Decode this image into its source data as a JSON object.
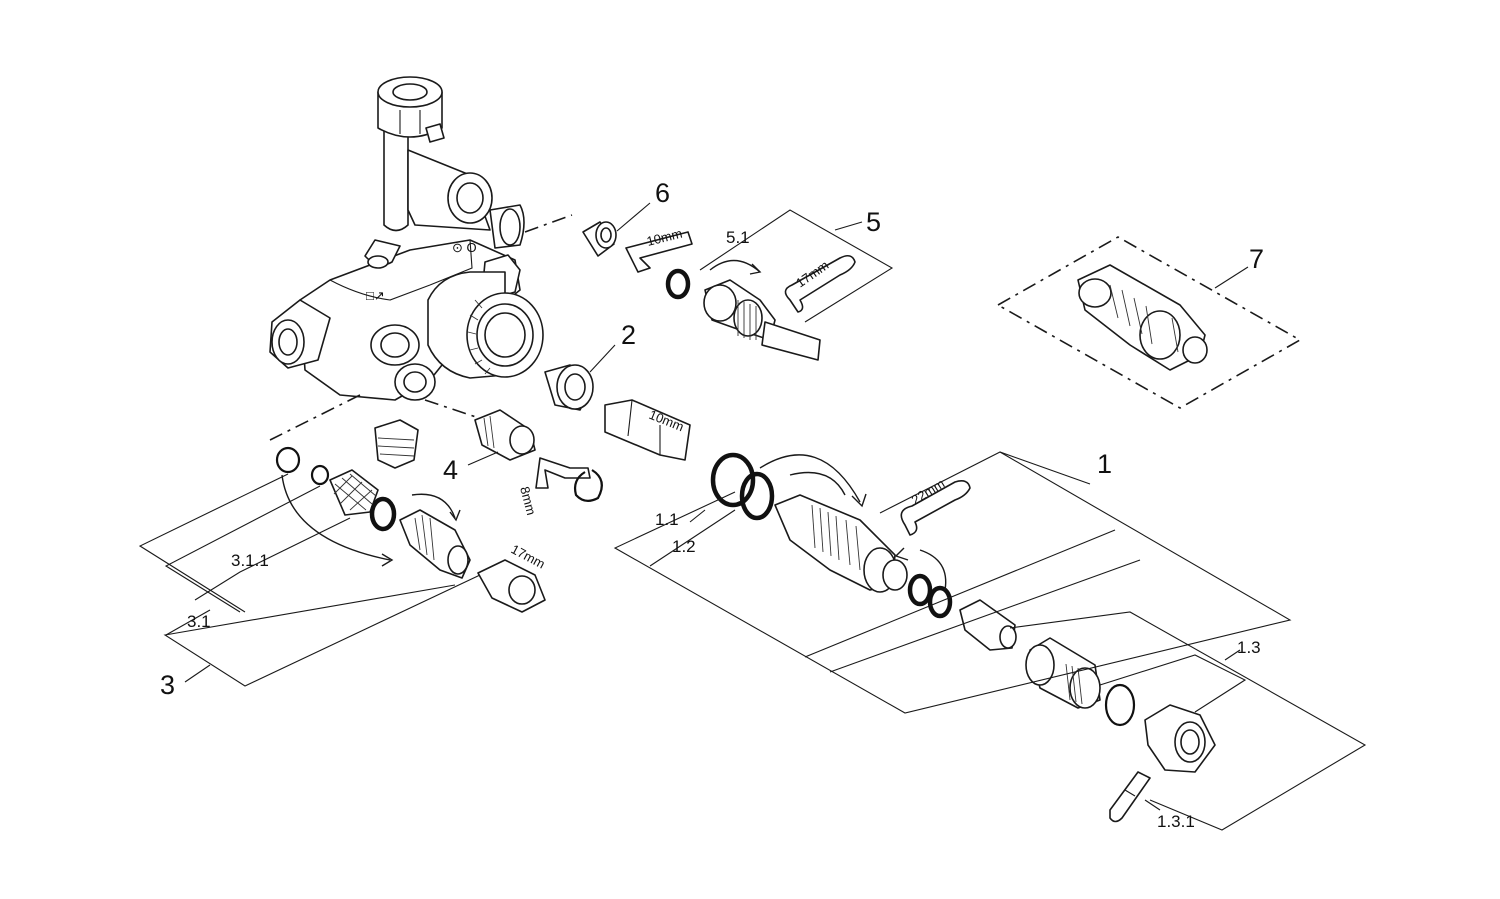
{
  "callouts": {
    "c1": "1",
    "c1_1": "1.1",
    "c1_2": "1.2",
    "c1_3": "1.3",
    "c1_3_1": "1.3.1",
    "c2": "2",
    "c3": "3",
    "c3_1": "3.1",
    "c3_1_1": "3.1.1",
    "c4": "4",
    "c5": "5",
    "c5_1": "5.1",
    "c6": "6",
    "c7": "7"
  },
  "tool_labels": {
    "hex_key_6": "10mm",
    "spanner_5": "17mm",
    "hex_key_2": "10mm",
    "hex_key_4": "8mm",
    "spanner_1": "22mm",
    "spanner_3": "17mm"
  },
  "body_marks": {
    "top": "⊙ O",
    "side": "□↗"
  }
}
